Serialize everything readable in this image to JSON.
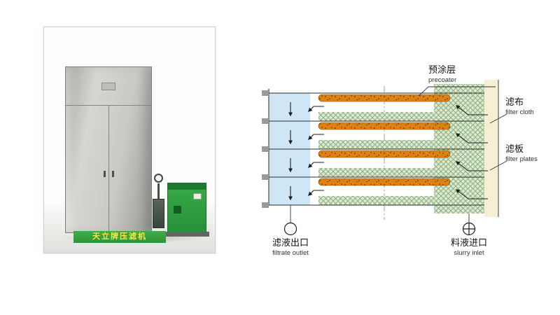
{
  "photo": {
    "caption": "天立牌压滤机"
  },
  "diagram": {
    "plate_count": 4,
    "labels": {
      "precoater": {
        "zh": "预涂层",
        "en": "precoater"
      },
      "filter_cloth": {
        "zh": "滤布",
        "en": "filter cloth"
      },
      "filter_plates": {
        "zh": "滤板",
        "en": "filter plates"
      },
      "filtrate_outlet": {
        "zh": "滤液出口",
        "en": "filtrate outlet"
      },
      "slurry_inlet": {
        "zh": "料液进口",
        "en": "slurry inlet"
      }
    },
    "colors": {
      "precoat_orange": "#e0820f",
      "cloth_green": "#dcead2",
      "cloth_hatch": "#8fae7e",
      "filtrate_blue": "#cfe6f4",
      "plate_cream": "#f6efd4",
      "line_dark": "#1e1e1e"
    }
  }
}
